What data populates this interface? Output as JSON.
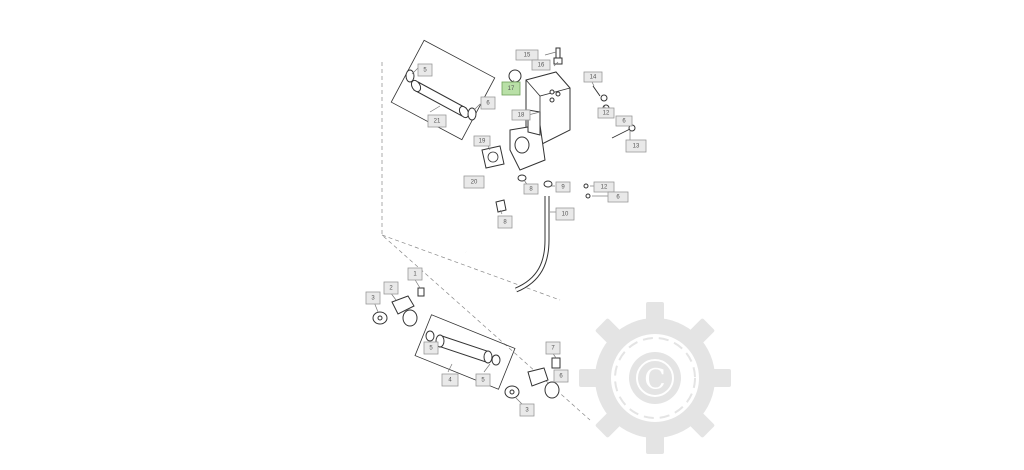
{
  "diagram": {
    "callouts": [
      {
        "id": "c5a",
        "label": "5"
      },
      {
        "id": "c21",
        "label": "21"
      },
      {
        "id": "c6a",
        "label": "6"
      },
      {
        "id": "c17",
        "label": "17",
        "highlight": true
      },
      {
        "id": "c15",
        "label": "15"
      },
      {
        "id": "c16",
        "label": "16"
      },
      {
        "id": "c14",
        "label": "14"
      },
      {
        "id": "c18",
        "label": "18"
      },
      {
        "id": "c12a",
        "label": "12"
      },
      {
        "id": "c6b",
        "label": "6"
      },
      {
        "id": "c13",
        "label": "13"
      },
      {
        "id": "c19",
        "label": "19"
      },
      {
        "id": "c20",
        "label": "20"
      },
      {
        "id": "c8a",
        "label": "8"
      },
      {
        "id": "c9",
        "label": "9"
      },
      {
        "id": "c12b",
        "label": "12"
      },
      {
        "id": "c6c",
        "label": "6"
      },
      {
        "id": "c8b",
        "label": "8"
      },
      {
        "id": "c10",
        "label": "10"
      },
      {
        "id": "c1",
        "label": "1"
      },
      {
        "id": "c2",
        "label": "2"
      },
      {
        "id": "c3a",
        "label": "3"
      },
      {
        "id": "c5b",
        "label": "5"
      },
      {
        "id": "c4",
        "label": "4"
      },
      {
        "id": "c5c",
        "label": "5"
      },
      {
        "id": "c7",
        "label": "7"
      },
      {
        "id": "c6d",
        "label": "6"
      },
      {
        "id": "c3b",
        "label": "3"
      }
    ]
  },
  "watermark": {
    "letter": "C",
    "icon": "gear-logo-icon"
  }
}
